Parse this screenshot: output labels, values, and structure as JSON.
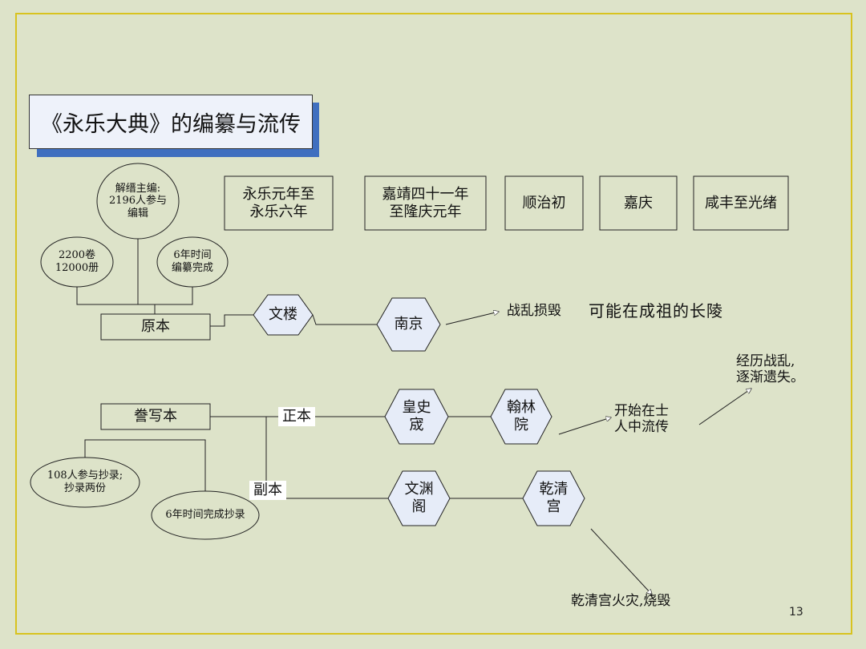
{
  "title": "《永乐大典》的编纂与流传",
  "periods": [
    "永乐元年至\n永乐六年",
    "嘉靖四十一年\n至隆庆元年",
    "顺治初",
    "嘉庆",
    "咸丰至光绪"
  ],
  "original": {
    "node": "原本",
    "facts": [
      "解缙主编:\n2196人参与\n编辑",
      "2200卷\n12000册",
      "6年时间\n编纂完成"
    ],
    "wenlou": "文楼",
    "nanjing": "南京",
    "fate": "战乱损毁",
    "speculation": "可能在成祖的长陵"
  },
  "copy": {
    "node": "誊写本",
    "facts": [
      "108人参与抄录;\n抄录两份",
      "6年时间完成抄录"
    ],
    "zhengben": "正本",
    "fuben": "副本",
    "huangshicheng": "皇史\n宬",
    "hanlinyuan": "翰林\n院",
    "circulation": "开始在士\n人中流传",
    "lost": "经历战乱,\n逐渐遗失。",
    "wenyuange": "文渊\n阁",
    "qianqinggong": "乾清\n宫",
    "fire": "乾清宫火灾,烧毁"
  },
  "page_number": "13"
}
